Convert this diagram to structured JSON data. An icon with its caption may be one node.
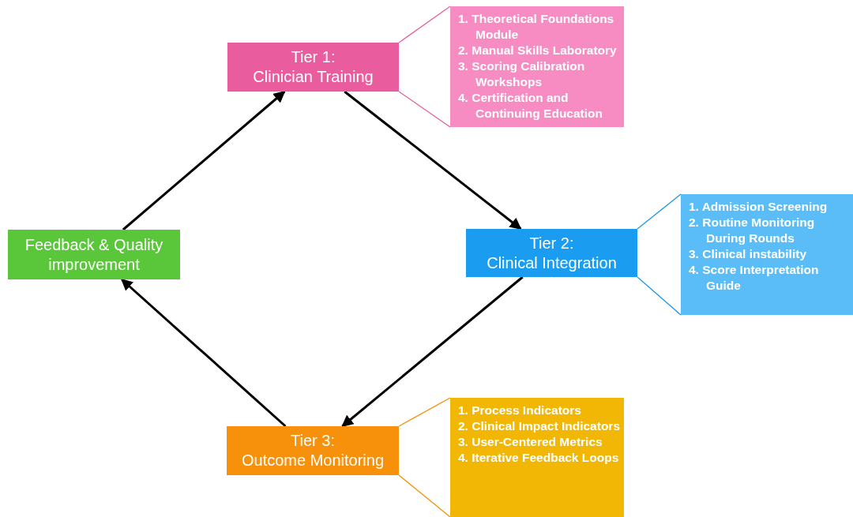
{
  "diagram": {
    "nodes": [
      {
        "text": [
          "Tier 1:",
          "Clinician Training"
        ]
      },
      {
        "text": [
          "1. Theoretical Foundations Module",
          "2. Manual Skills Laboratory",
          "3. Scoring Calibration Workshops",
          "4. Certification and Continuing Education"
        ]
      },
      {
        "text": [
          "Tier 2:",
          "Clinical Integration"
        ]
      },
      {
        "text": [
          "1. Admission Screening",
          "2. Routine Monitoring During Rounds",
          "3. Clinical instability",
          "4. Score Interpretation Guide"
        ]
      },
      {
        "text": [
          "Feedback & Quality improvement"
        ]
      },
      {
        "text": [
          "Tier 3:",
          "Outcome Monitoring"
        ]
      },
      {
        "text": [
          "1. Process Indicators",
          "2. Clinical Impact Indicators",
          "3. User-Centered Metrics",
          "4. Iterative Feedback Loops"
        ]
      }
    ],
    "edges": [
      {
        "from": 0,
        "to": 2,
        "arrow": "to"
      },
      {
        "from": 2,
        "to": 5,
        "arrow": "to"
      },
      {
        "from": 5,
        "to": 4,
        "arrow": "to"
      },
      {
        "from": 4,
        "to": 0,
        "arrow": "to"
      },
      {
        "from": 0,
        "to": 1,
        "arrow": "none",
        "color": "#e8609e"
      },
      {
        "from": 2,
        "to": 3,
        "arrow": "none",
        "color": "#1e96e8"
      },
      {
        "from": 5,
        "to": 6,
        "arrow": "none",
        "color": "#f7900a"
      }
    ]
  }
}
